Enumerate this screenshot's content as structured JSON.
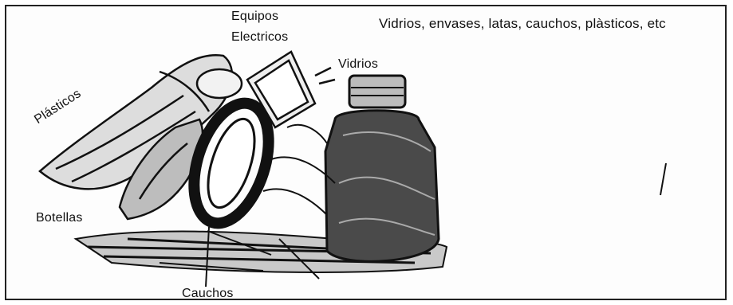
{
  "title": "Vidrios, envases, latas, cauchos, plàsticos, etc",
  "labels": {
    "equipos": "Equipos",
    "electricos": "Electricos",
    "vidrios": "Vidrios",
    "plasticos": "Plásticos",
    "botellas": "Botellas",
    "cauchos": "Cauchos"
  }
}
